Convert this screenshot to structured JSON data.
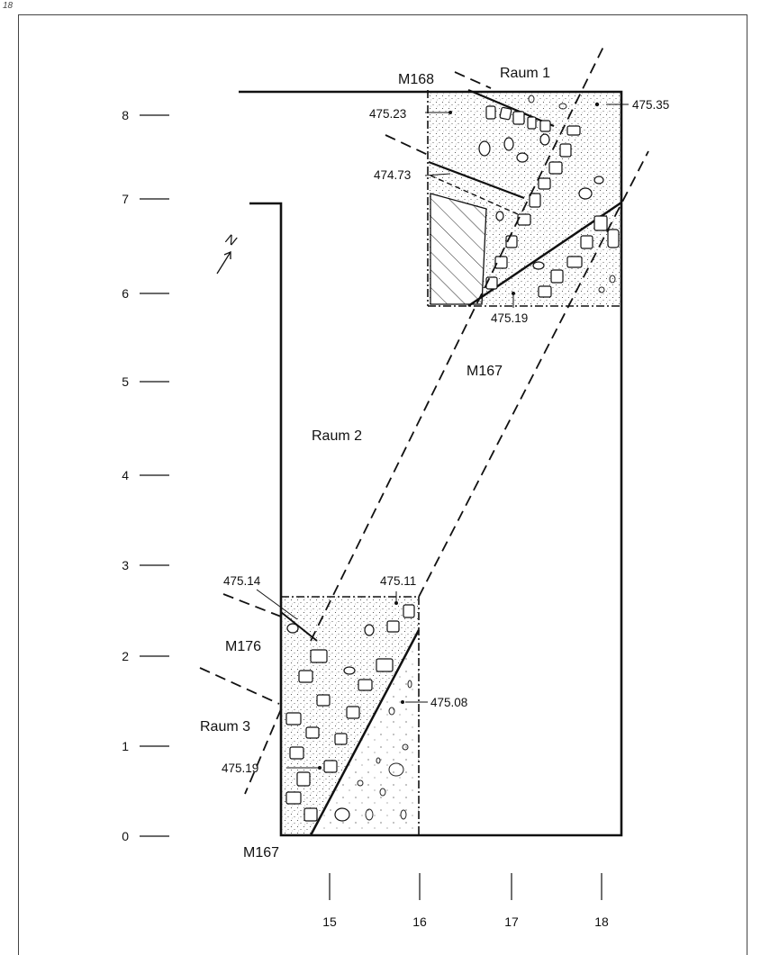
{
  "page_number": "18",
  "rooms": {
    "raum1": "Raum 1",
    "raum2": "Raum 2",
    "raum3": "Raum 3"
  },
  "walls": {
    "m168": "M168",
    "m167_upper": "M167",
    "m167_lower": "M167",
    "m176": "M176"
  },
  "elevations": {
    "e475_23": "475.23",
    "e475_35": "475.35",
    "e474_73": "474.73",
    "e475_19_upper": "475.19",
    "e475_14": "475.14",
    "e475_11": "475.11",
    "e475_08": "475.08",
    "e475_19_lower": "475.19"
  },
  "north_arrow": "N",
  "y_axis": [
    "0",
    "1",
    "2",
    "3",
    "4",
    "5",
    "6",
    "7",
    "8"
  ],
  "x_axis": [
    "15",
    "16",
    "17",
    "18"
  ]
}
